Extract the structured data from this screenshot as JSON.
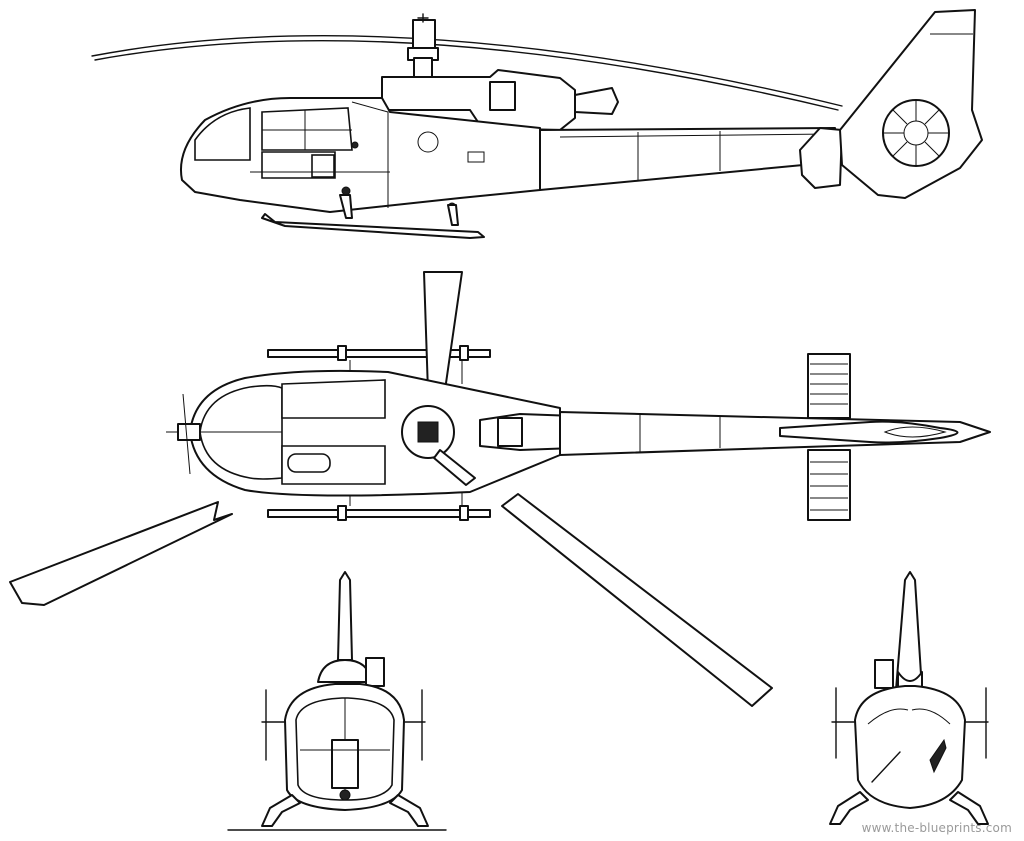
{
  "drawing": {
    "subject": "helicopter",
    "views": [
      "side-view",
      "top-view",
      "front-view",
      "rear-view"
    ]
  },
  "watermark": "www.the-blueprints.com",
  "colors": {
    "line": "#111111",
    "background": "#ffffff",
    "watermark": "#9a9a9a"
  }
}
